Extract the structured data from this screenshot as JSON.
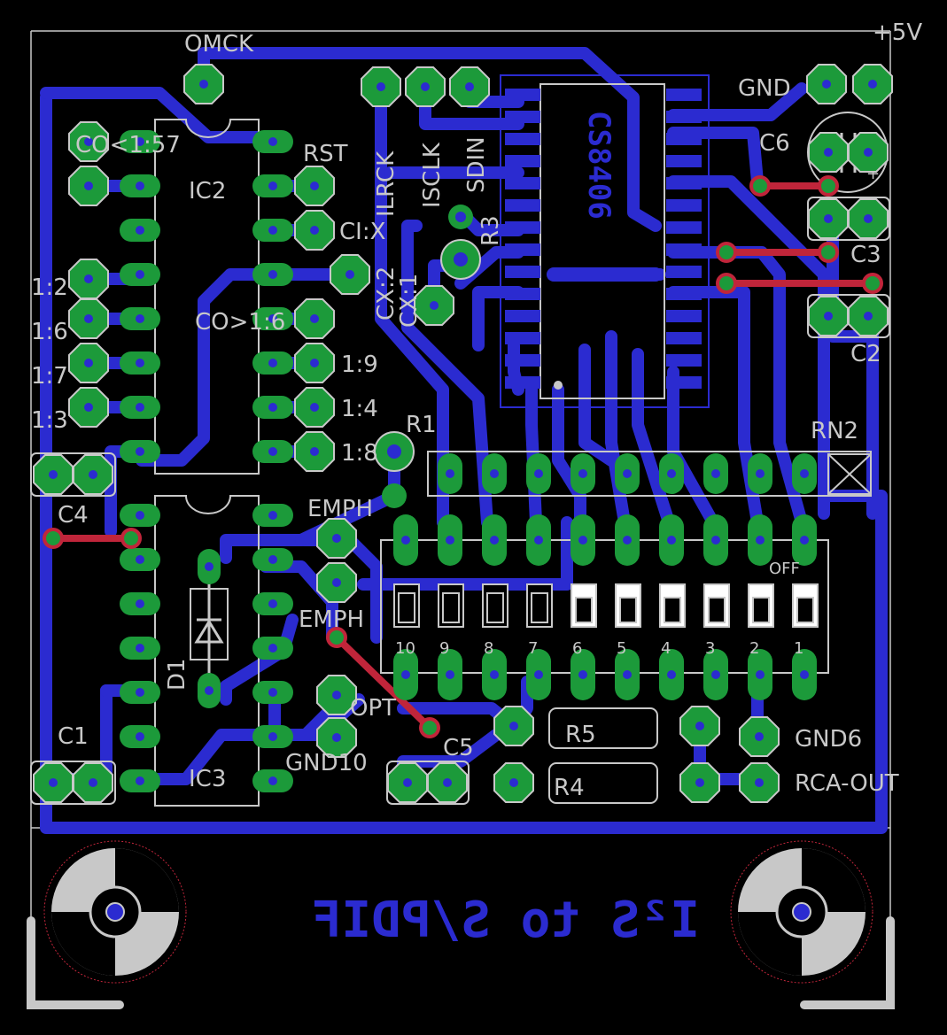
{
  "board": {
    "title": "I²S to S/PDIF",
    "chip_marking": "CS8406",
    "colors": {
      "background": "#000000",
      "copper_bottom": "#2b2bd0",
      "copper_top": "#c0253a",
      "pad": "#1c9a3a",
      "silkscreen": "#c8c8c8",
      "drill": "#1a1ae0"
    }
  },
  "labels": {
    "plus5v": "+5V",
    "omck": "OMCK",
    "gnd": "GND",
    "c6": "C6",
    "c3": "C3",
    "c2": "C2",
    "co157": "CO<1:57",
    "ic2": "IC2",
    "rst": "RST",
    "ilrck": "ILRCK",
    "isclk": "ISCLK",
    "sdin": "SDIN",
    "r3": "R3",
    "cix": "CI:X",
    "cx2": "CX:2",
    "cx1": "CX:1",
    "pin12": "1:2",
    "pin16": "1:6",
    "pin17": "1:7",
    "pin13": "1:3",
    "co16": "CO>1:6",
    "pin19": "1:9",
    "pin14": "1:4",
    "pin18": "1:8",
    "r1": "R1",
    "rn2": "RN2",
    "c4": "C4",
    "emph1": "EMPH",
    "emph2": "EMPH",
    "off": "OFF",
    "d1": "D1",
    "opt": "OPT",
    "c1": "C1",
    "c5": "C5",
    "r5": "R5",
    "r4": "R4",
    "ic3": "IC3",
    "gnd10": "GND10",
    "gnd6": "GND6",
    "rcaout": "RCA-OUT",
    "dip_numbers": [
      "10",
      "9",
      "8",
      "7",
      "6",
      "5",
      "4",
      "3",
      "2",
      "1"
    ]
  }
}
